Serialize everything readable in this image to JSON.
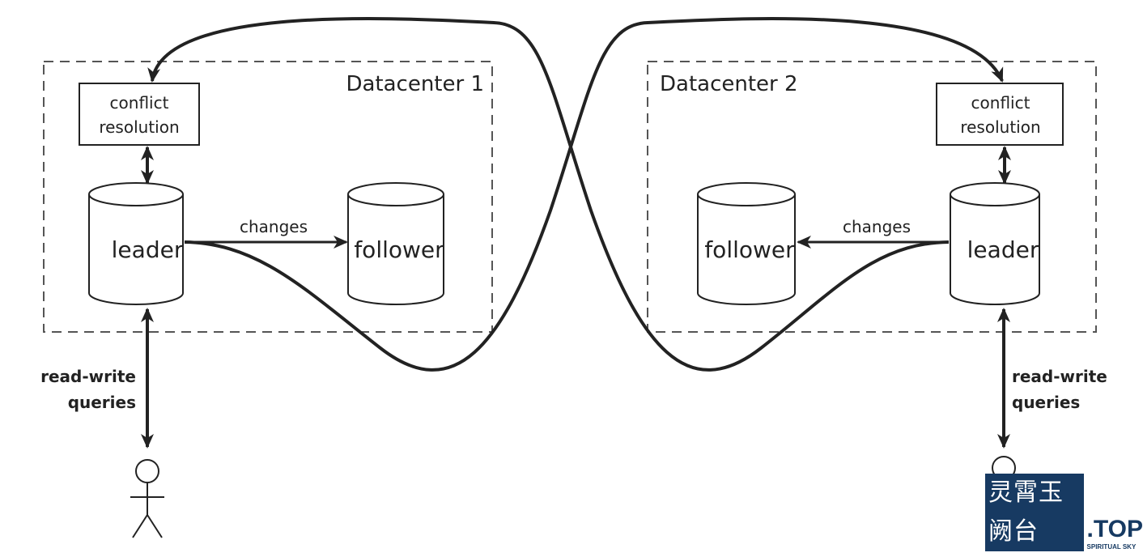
{
  "datacenters": [
    {
      "title": "Datacenter 1",
      "conflict_box": [
        "conflict",
        "resolution"
      ],
      "leader": "leader",
      "follower": "follower",
      "edge_label": "changes",
      "client_label": [
        "read-write",
        "queries"
      ]
    },
    {
      "title": "Datacenter 2",
      "conflict_box": [
        "conflict",
        "resolution"
      ],
      "leader": "leader",
      "follower": "follower",
      "edge_label": "changes",
      "client_label": [
        "read-write",
        "queries"
      ]
    }
  ],
  "watermark": {
    "brand": "灵霄玉阙台",
    "suffix": ".TOP",
    "tagline": "SPIRITUAL SKY"
  },
  "colors": {
    "stroke": "#222222",
    "dashed": "#555555",
    "watermark": "#173a62"
  }
}
